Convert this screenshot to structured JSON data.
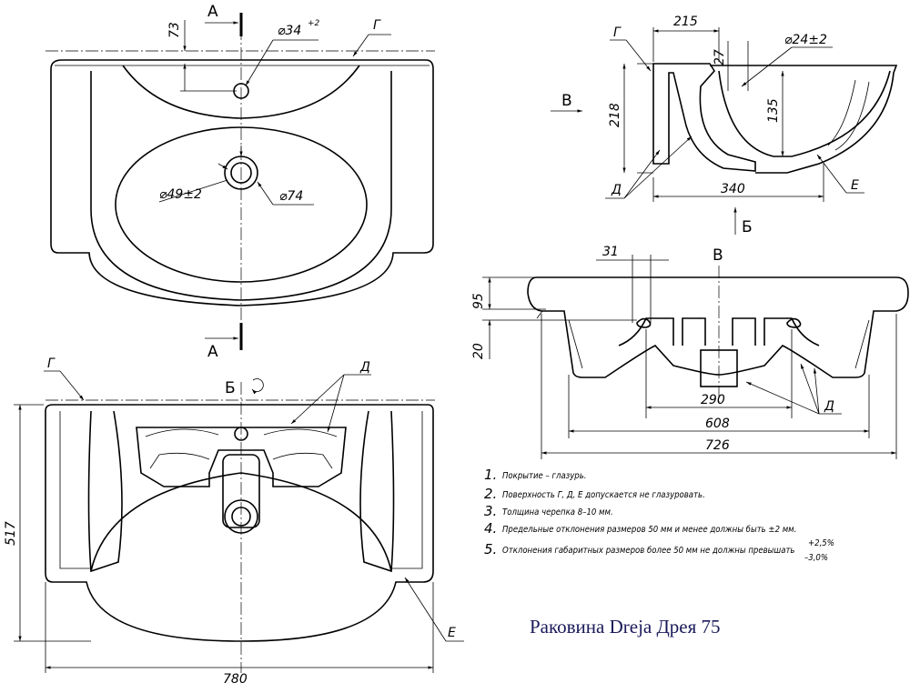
{
  "title": "Раковина Dreja Дрея 75",
  "plan_view": {
    "section_mark": "А",
    "section_mark_bottom": "А",
    "dim_tap_offset": "73",
    "dim_tap_hole": "⌀34",
    "dim_tap_hole_tol": "+2",
    "surface_label": "Г",
    "dim_drain_inner": "⌀49±2",
    "dim_drain_outer": "⌀74"
  },
  "section_view": {
    "dim_width_top": "215",
    "surface_g": "Г",
    "dim_27": "27",
    "dim_overflow": "⌀24±2",
    "dim_height": "218",
    "dim_bowl_depth": "135",
    "view_mark_v": "В",
    "surface_d": "Д",
    "dim_depth": "340",
    "surface_e": "Е",
    "view_mark_b": "Б"
  },
  "front_view": {
    "dim_31": "31",
    "view_mark": "В",
    "dim_95": "95",
    "dim_20": "20",
    "dim_290": "290",
    "dim_608": "608",
    "dim_726": "726",
    "surface_d": "Д"
  },
  "bottom_view": {
    "view_mark": "Б",
    "surface_g": "Г",
    "surface_d": "Д",
    "dim_height": "517",
    "dim_width": "780",
    "surface_e": "Е"
  },
  "notes": [
    {
      "num": "1.",
      "text": "Покрытие – глазурь."
    },
    {
      "num": "2.",
      "text": "Поверхность Г, Д, Е допускается не глазуровать."
    },
    {
      "num": "3.",
      "text": "Толщина черепка 8–10 мм."
    },
    {
      "num": "4.",
      "text": "Предельные отклонения размеров 50 мм и менее должны быть ±2  мм."
    },
    {
      "num": "5.",
      "text": "Отклонения габаритных размеров более 50 мм не должны превышать"
    }
  ],
  "note5_tol_plus": "+2,5%",
  "note5_tol_minus": "–3,0%"
}
